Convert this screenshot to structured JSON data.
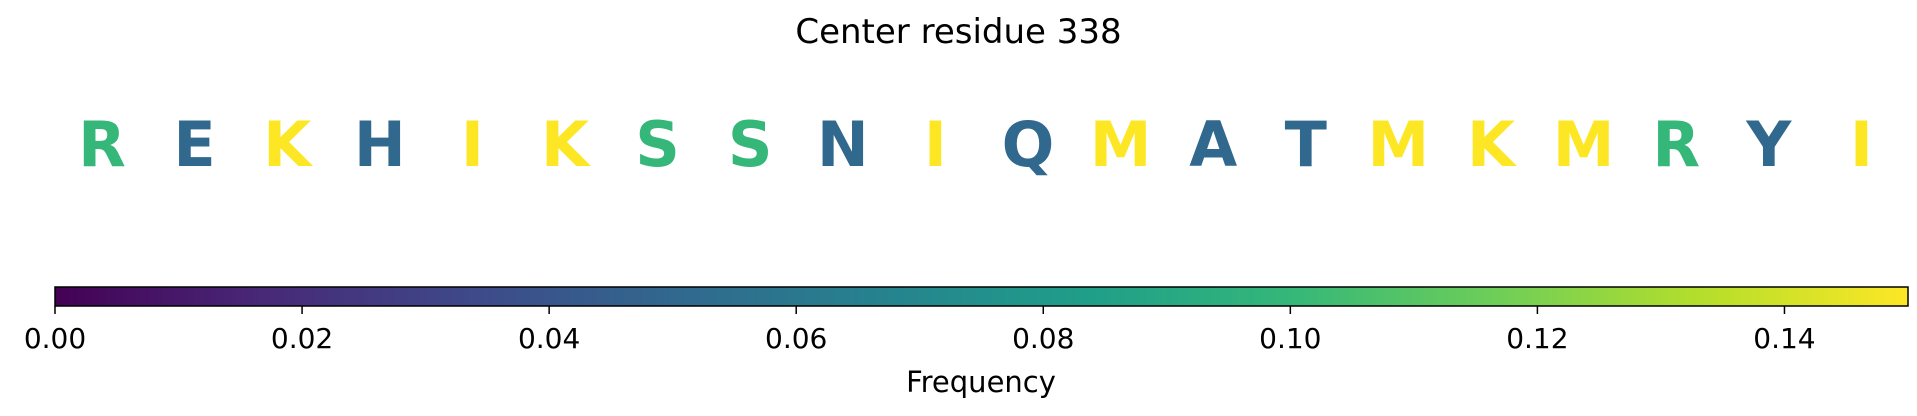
{
  "chart_data": {
    "type": "heatmap",
    "title": "Center residue 338",
    "residues": [
      {
        "letter": "R",
        "frequency": 0.1
      },
      {
        "letter": "E",
        "frequency": 0.05
      },
      {
        "letter": "K",
        "frequency": 0.15
      },
      {
        "letter": "H",
        "frequency": 0.05
      },
      {
        "letter": "I",
        "frequency": 0.15
      },
      {
        "letter": "K",
        "frequency": 0.15
      },
      {
        "letter": "S",
        "frequency": 0.1
      },
      {
        "letter": "S",
        "frequency": 0.1
      },
      {
        "letter": "N",
        "frequency": 0.05
      },
      {
        "letter": "I",
        "frequency": 0.15
      },
      {
        "letter": "Q",
        "frequency": 0.05
      },
      {
        "letter": "M",
        "frequency": 0.15
      },
      {
        "letter": "A",
        "frequency": 0.05
      },
      {
        "letter": "T",
        "frequency": 0.05
      },
      {
        "letter": "M",
        "frequency": 0.15
      },
      {
        "letter": "K",
        "frequency": 0.15
      },
      {
        "letter": "M",
        "frequency": 0.15
      },
      {
        "letter": "R",
        "frequency": 0.1
      },
      {
        "letter": "Y",
        "frequency": 0.05
      },
      {
        "letter": "I",
        "frequency": 0.15
      }
    ],
    "colorbar": {
      "label": "Frequency",
      "colormap": "viridis",
      "range": [
        0,
        0.15
      ],
      "ticks": [
        "0.00",
        "0.02",
        "0.04",
        "0.06",
        "0.08",
        "0.10",
        "0.12",
        "0.14"
      ],
      "tick_values": [
        0,
        0.02,
        0.04,
        0.06,
        0.08,
        0.1,
        0.12,
        0.14
      ]
    },
    "colors": {
      "viridis_stops": [
        "#440154",
        "#482878",
        "#3e4989",
        "#31688e",
        "#26828e",
        "#1f9e89",
        "#35b779",
        "#6ece58",
        "#b5de2b",
        "#fde725"
      ]
    }
  }
}
